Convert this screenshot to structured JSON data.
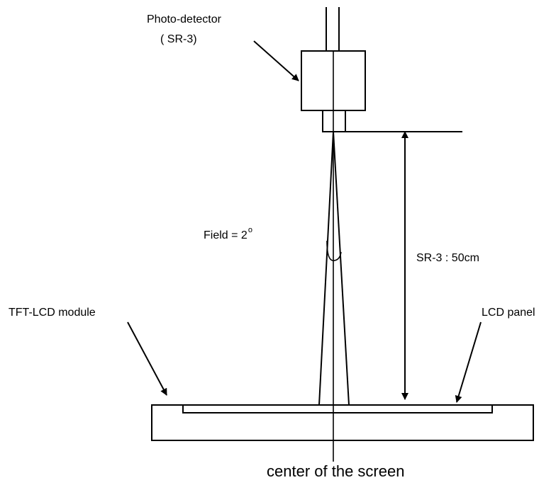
{
  "labels": {
    "detector_name": "Photo-detector",
    "detector_model": "( SR-3)",
    "field_prefix": "Field = 2",
    "field_superscript": "o",
    "distance": "SR-3 : 50cm",
    "module": "TFT-LCD module",
    "panel": "LCD panel",
    "center": "center of the screen"
  }
}
